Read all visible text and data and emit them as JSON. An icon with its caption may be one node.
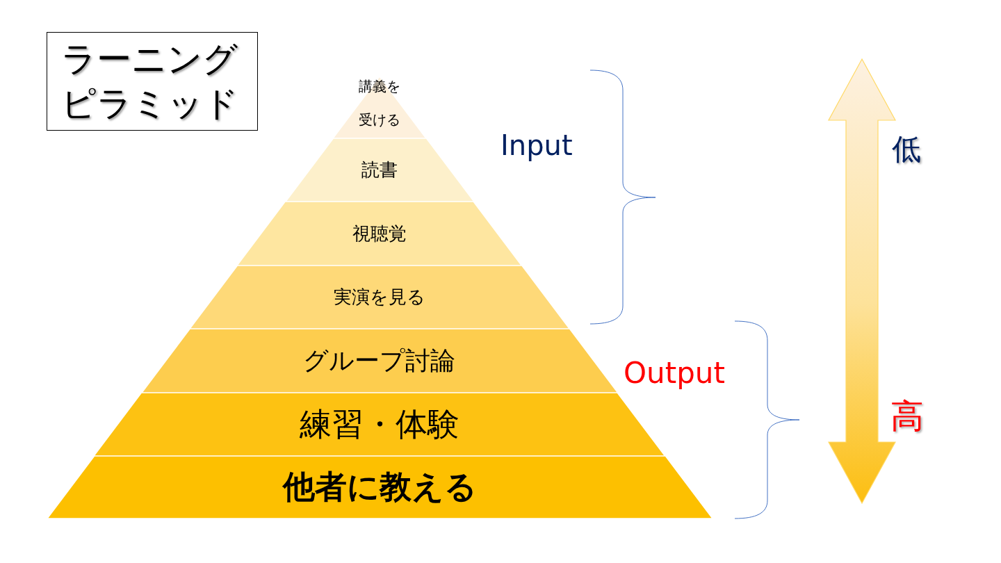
{
  "diagram": {
    "nodes": [
      {
        "text": [
          "ラーニングピラミッド"
        ]
      },
      {
        "text": [
          "講義を受ける"
        ]
      },
      {
        "text": [
          "読書"
        ]
      },
      {
        "text": [
          "視聴覚"
        ]
      },
      {
        "text": [
          "実演を見る"
        ]
      },
      {
        "text": [
          "グループ討論"
        ]
      },
      {
        "text": [
          "練習・体験"
        ]
      },
      {
        "text": [
          "他者に教える"
        ]
      }
    ],
    "edges": [],
    "labels": [
      "Input",
      "Output",
      "低",
      "高"
    ]
  }
}
